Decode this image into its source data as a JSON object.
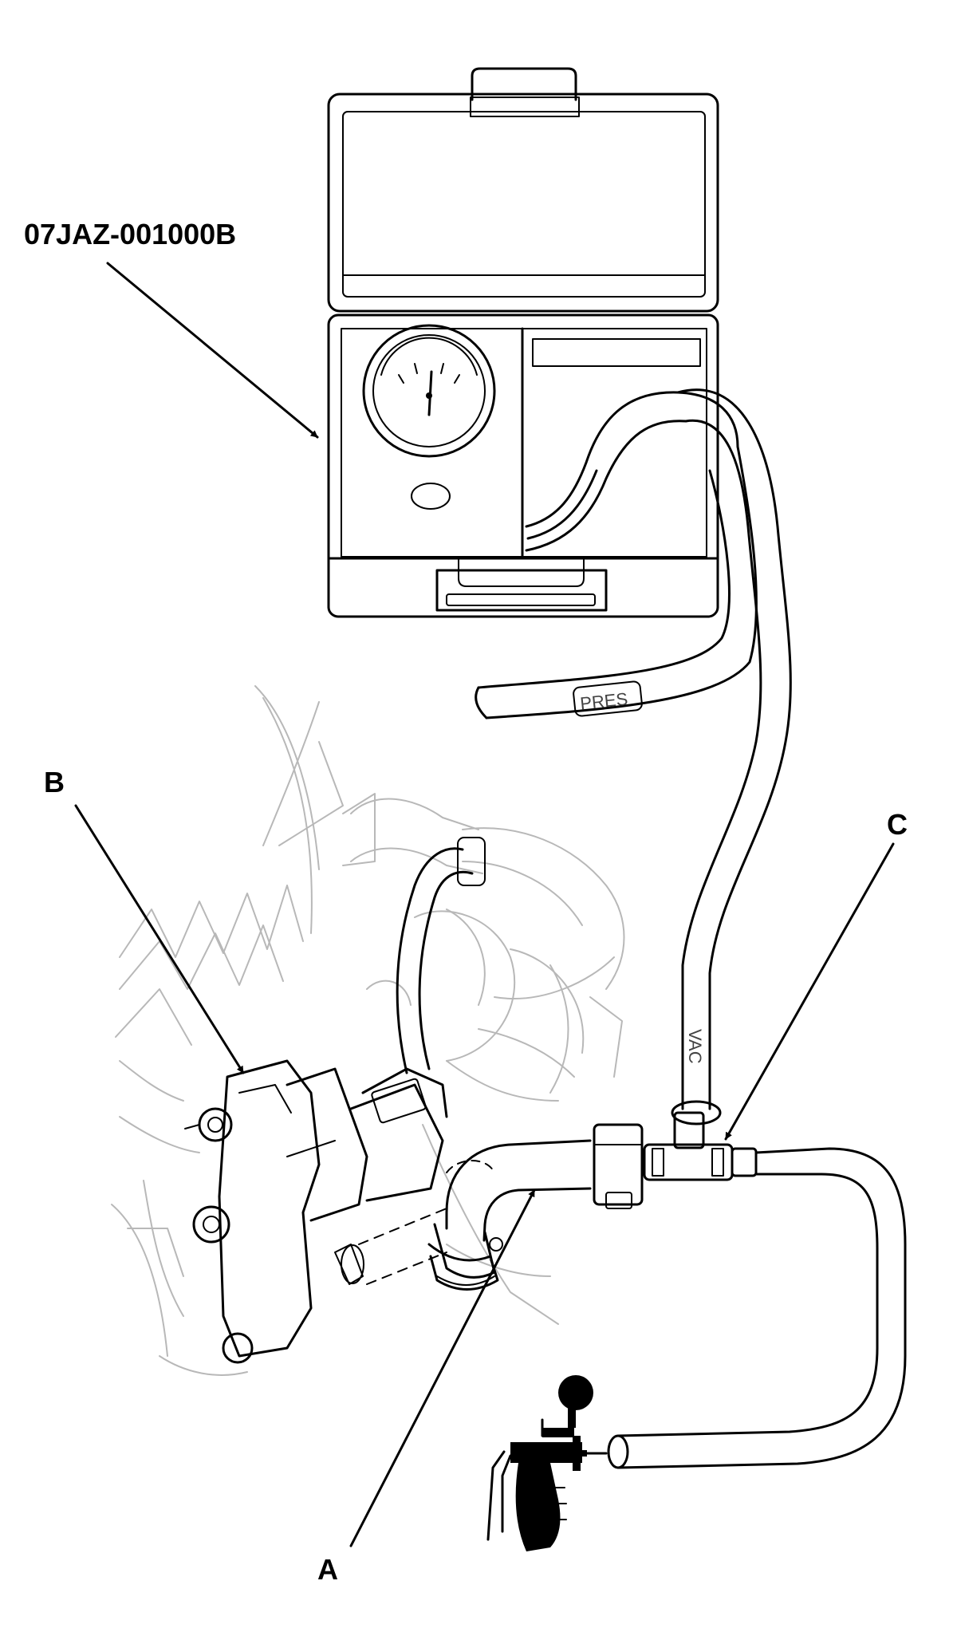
{
  "labels": {
    "tool_part_number": "07JAZ-001000B",
    "callout_a": "A",
    "callout_b": "B",
    "callout_c": "C"
  },
  "hose_markings": {
    "pressure_hose": "PRES",
    "vacuum_hose": "VAC"
  }
}
